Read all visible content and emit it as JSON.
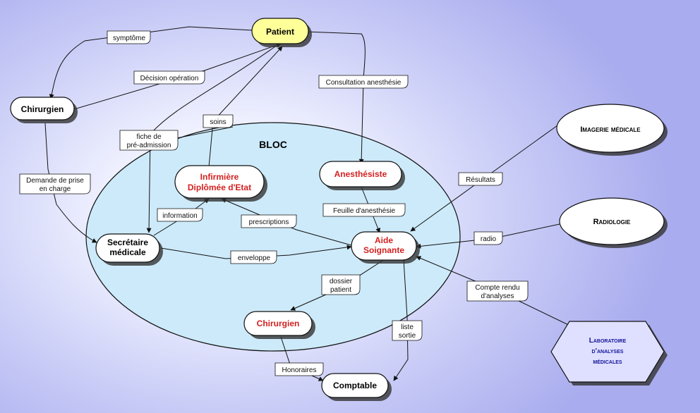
{
  "title": "BLOC",
  "colors": {
    "node_fill": "#ffffff",
    "patient_fill": "#ffff99",
    "bloc_fill": "#cdeafa",
    "lab_fill": "#dfe0ff",
    "lab_text": "#12129a",
    "inner_text": "#d42020",
    "outer_text": "#000000",
    "edge": "#111111"
  },
  "nodes": {
    "patient": "Patient",
    "chirurgien_ext": "Chirurgien",
    "ide_line1": "Infirmière",
    "ide_line2": "Diplômée d'Etat",
    "anesthesiste": "Anesthésiste",
    "secretaire_line1": "Secrétaire",
    "secretaire_line2": "médicale",
    "aide_line1": "Aide",
    "aide_line2": "Soignante",
    "chirurgien_bloc": "Chirurgien",
    "comptable": "Comptable",
    "imagerie": "Imagerie médicale",
    "radiologie": "Radiologie",
    "labo_line1": "Laboratoire",
    "labo_line2": "d'analyses",
    "labo_line3": "médicales"
  },
  "links": {
    "symptome": "symptôme",
    "decision": "Décision opération",
    "consultation": "Consultation anesthésie",
    "soins": "soins",
    "fiche_line1": "fiche de",
    "fiche_line2": "pré-admission",
    "demande_line1": "Demande de prise",
    "demande_line2": "en charge",
    "information": "information",
    "prescriptions": "prescriptions",
    "feuille": "Feuille d'anesthésie",
    "resultats": "Résultats",
    "radio": "radio",
    "enveloppe": "enveloppe",
    "dossier_line1": "dossier",
    "dossier_line2": "patient",
    "compte_line1": "Compte rendu",
    "compte_line2": "d'analyses",
    "liste_line1": "liste",
    "liste_line2": "sortie",
    "honoraires": "Honoraires"
  }
}
